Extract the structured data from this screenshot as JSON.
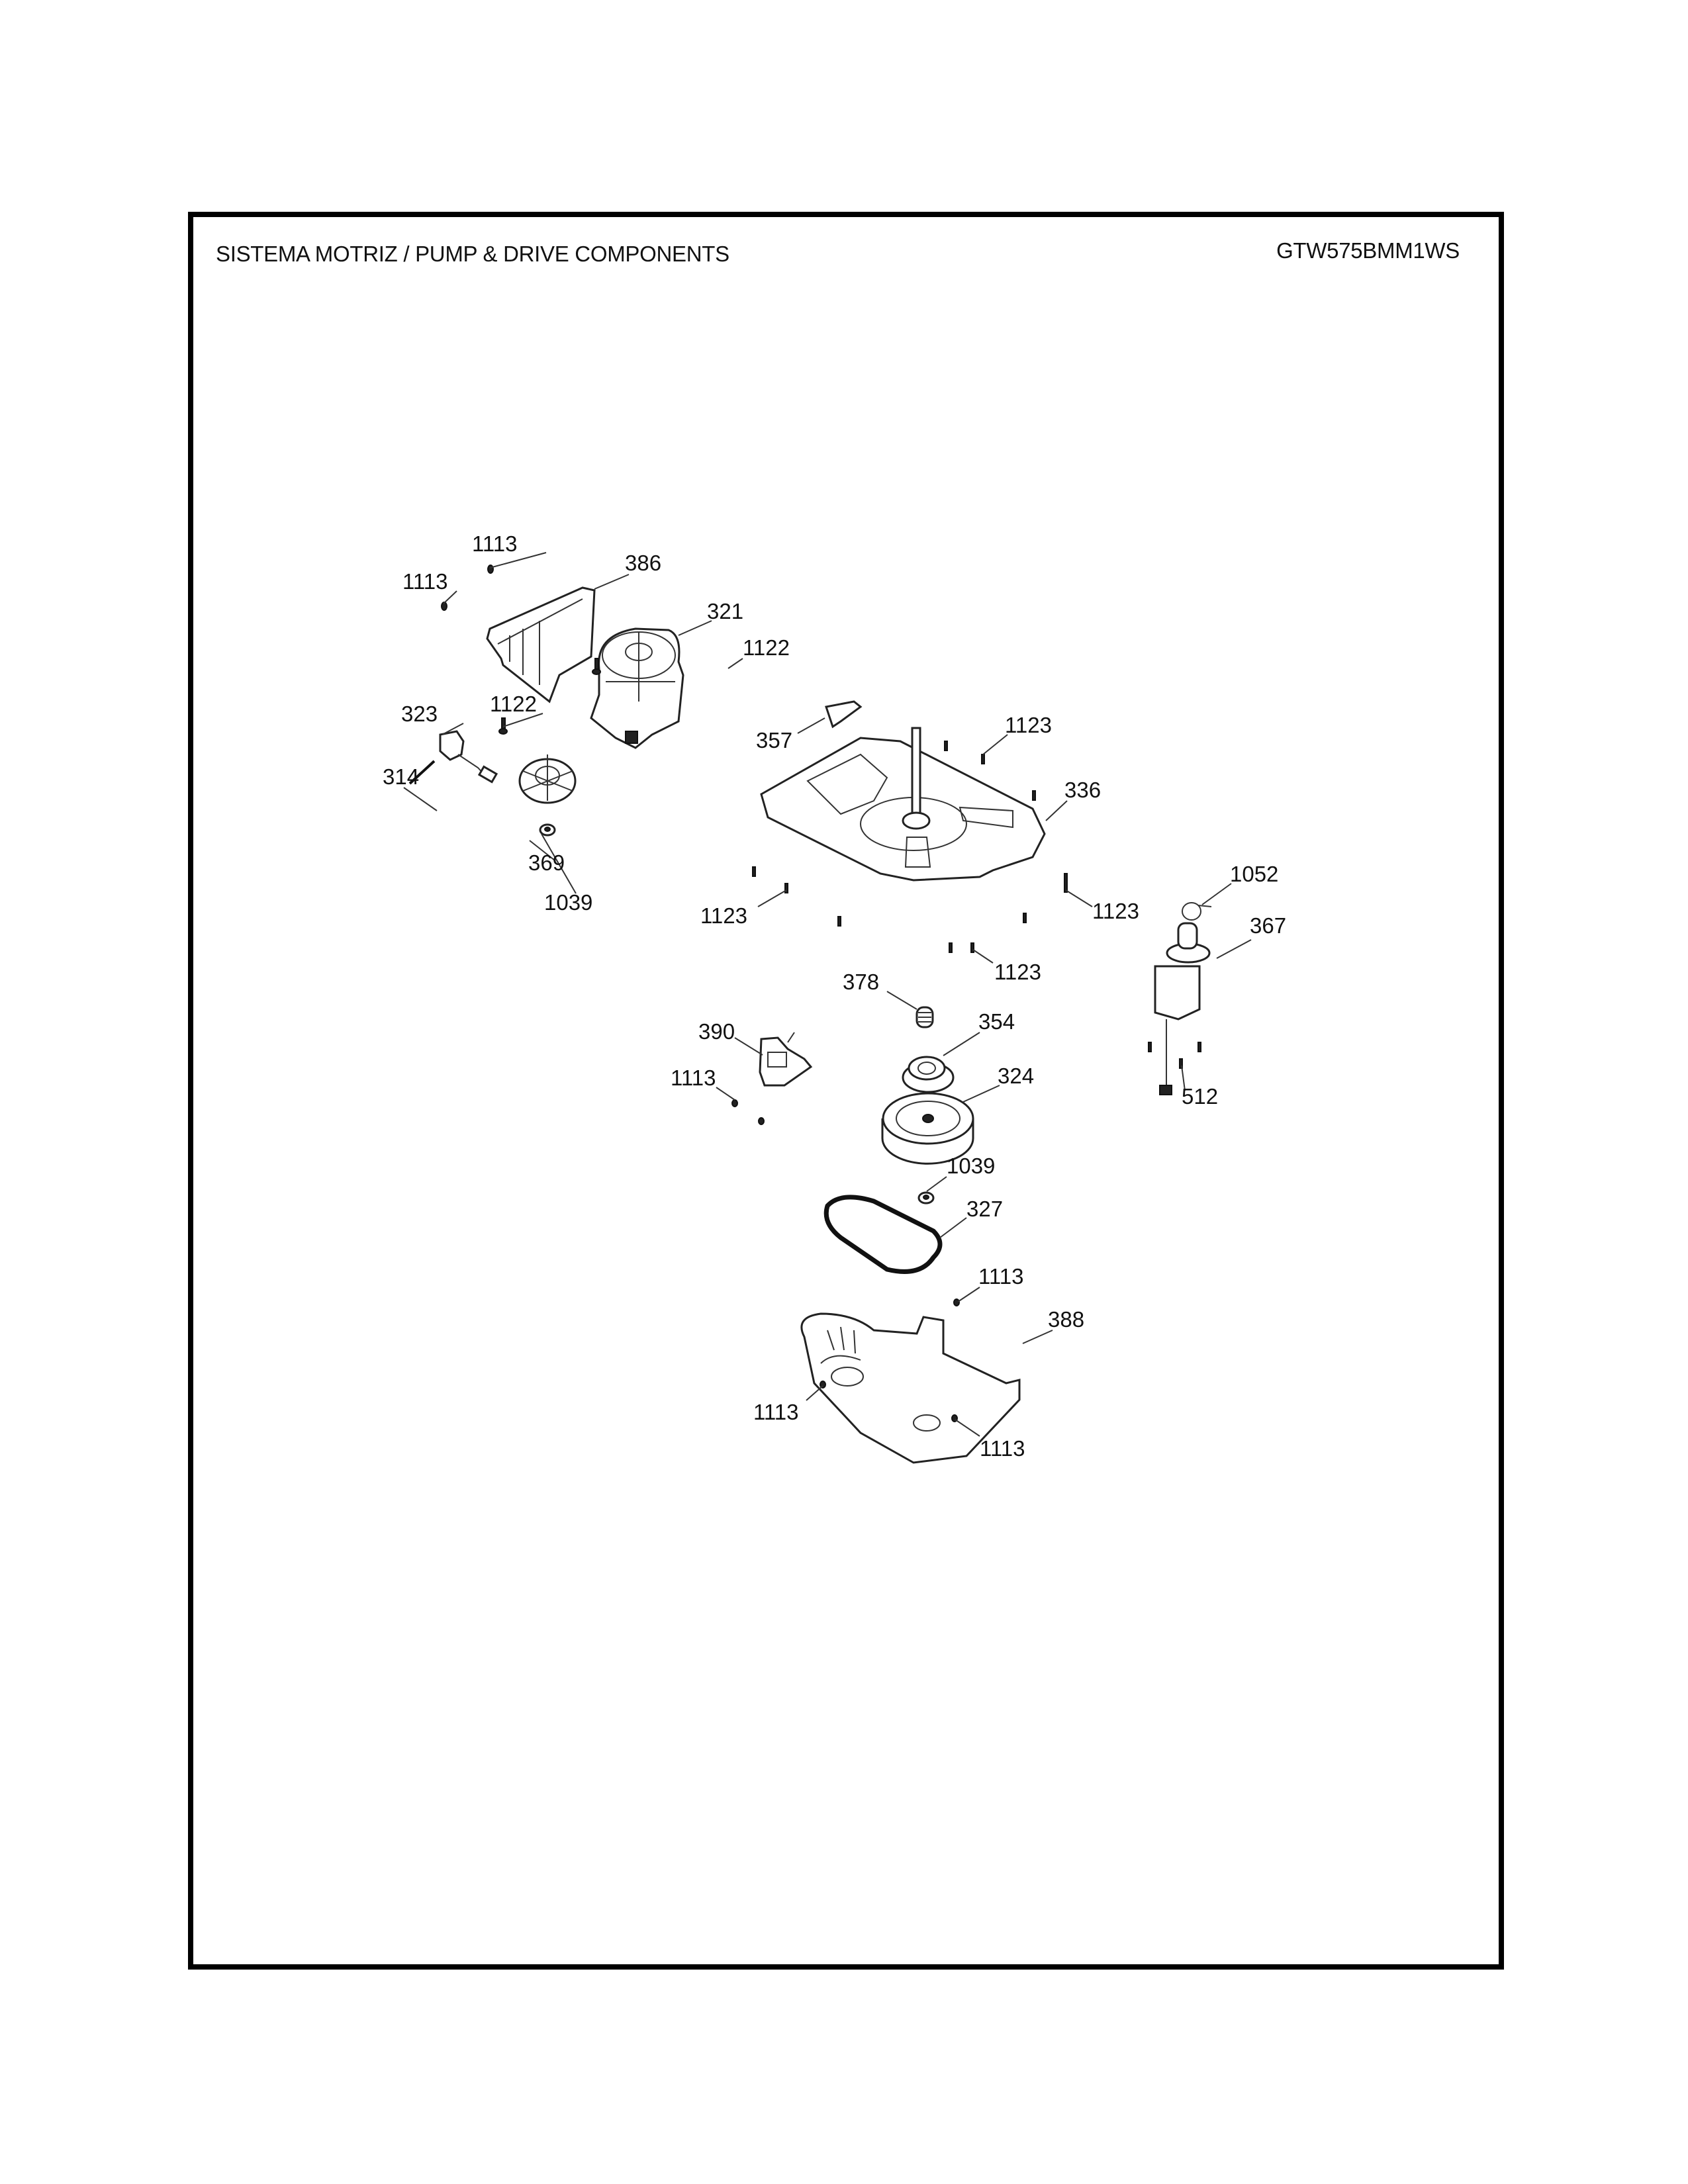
{
  "header": {
    "title": "SISTEMA MOTRIZ / PUMP  &  DRIVE COMPONENTS",
    "model": "GTW575BMM1WS"
  },
  "callouts": [
    {
      "id": "c1113a",
      "label": "1113",
      "part": "screw"
    },
    {
      "id": "c386",
      "label": "386",
      "part": "motor-shield"
    },
    {
      "id": "c1113b",
      "label": "1113",
      "part": "screw"
    },
    {
      "id": "c321",
      "label": "321",
      "part": "drive-motor"
    },
    {
      "id": "c1122a",
      "label": "1122",
      "part": "screw"
    },
    {
      "id": "c323",
      "label": "323",
      "part": "motor-switch"
    },
    {
      "id": "c1122b",
      "label": "1122",
      "part": "screw"
    },
    {
      "id": "c357",
      "label": "357",
      "part": "bracket"
    },
    {
      "id": "c1123a",
      "label": "1123",
      "part": "screw"
    },
    {
      "id": "c314",
      "label": "314",
      "part": "wire-tie"
    },
    {
      "id": "c336",
      "label": "336",
      "part": "transmission-mounting-plate"
    },
    {
      "id": "c369",
      "label": "369",
      "part": "motor-pulley-fan"
    },
    {
      "id": "c1039a",
      "label": "1039",
      "part": "nut"
    },
    {
      "id": "c1123b",
      "label": "1123",
      "part": "screw"
    },
    {
      "id": "c1123c",
      "label": "1123",
      "part": "screw"
    },
    {
      "id": "c1052",
      "label": "1052",
      "part": "hose-clamp"
    },
    {
      "id": "c367",
      "label": "367",
      "part": "drain-pump"
    },
    {
      "id": "c1123d",
      "label": "1123",
      "part": "screw"
    },
    {
      "id": "c378",
      "label": "378",
      "part": "spring"
    },
    {
      "id": "c354",
      "label": "354",
      "part": "clutch-gear"
    },
    {
      "id": "c390",
      "label": "390",
      "part": "shift-actuator"
    },
    {
      "id": "c324",
      "label": "324",
      "part": "drive-pulley"
    },
    {
      "id": "c1113c",
      "label": "1113",
      "part": "screw"
    },
    {
      "id": "c512",
      "label": "512",
      "part": "screw"
    },
    {
      "id": "c1039b",
      "label": "1039",
      "part": "nut"
    },
    {
      "id": "c327",
      "label": "327",
      "part": "drive-belt"
    },
    {
      "id": "c1113d",
      "label": "1113",
      "part": "screw"
    },
    {
      "id": "c388",
      "label": "388",
      "part": "belt-guard-cover"
    },
    {
      "id": "c1113e",
      "label": "1113",
      "part": "screw"
    },
    {
      "id": "c1113f",
      "label": "1113",
      "part": "screw"
    }
  ]
}
